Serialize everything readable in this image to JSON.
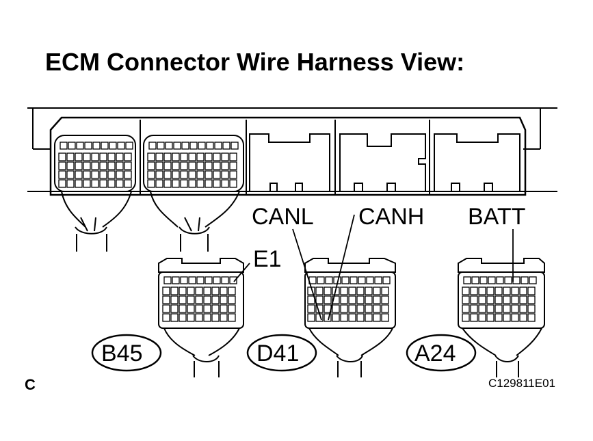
{
  "title": "ECM Connector Wire Harness View:",
  "terminals": {
    "canl": "CANL",
    "canh": "CANH",
    "batt": "BATT",
    "e1": "E1"
  },
  "connectors": {
    "b45": "B45",
    "d41": "D41",
    "a24": "A24"
  },
  "corner_letter": "C",
  "figure_id": "C129811E01",
  "colors": {
    "line": "#000000",
    "background": "#ffffff"
  }
}
